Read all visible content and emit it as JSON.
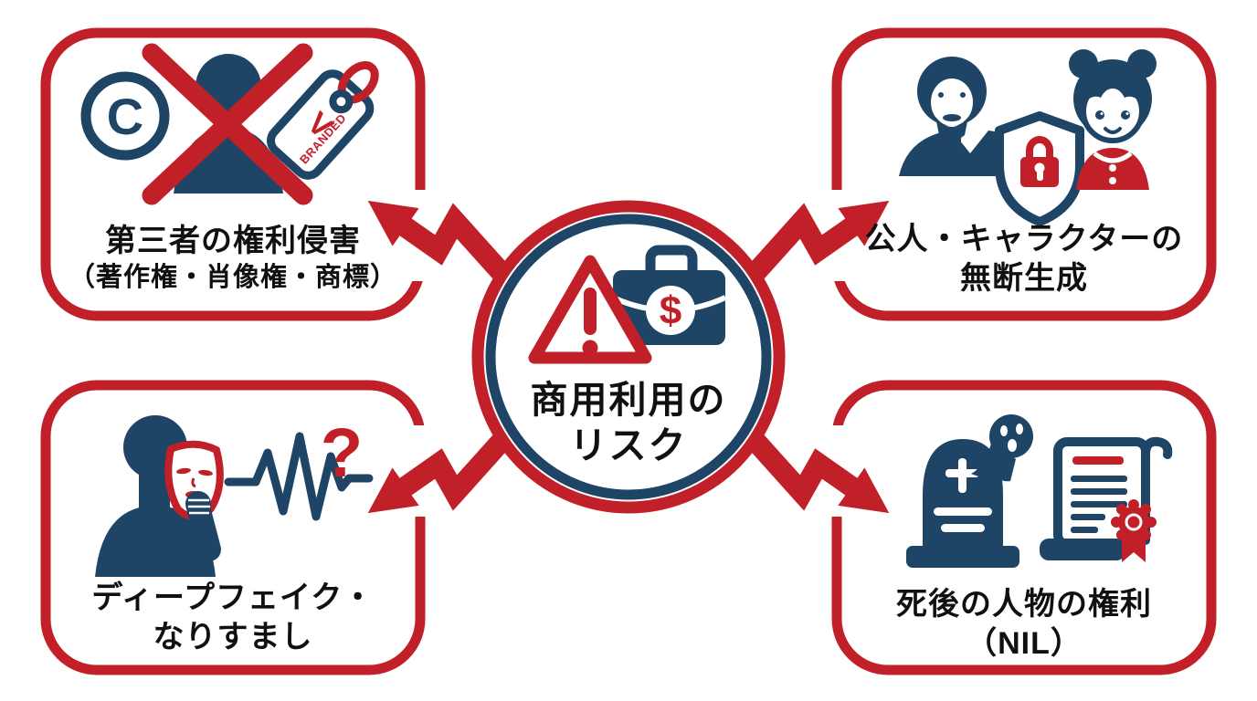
{
  "colors": {
    "accent_red": "#C22028",
    "accent_navy": "#1E4466",
    "text_black": "#101010",
    "background": "#FFFFFF"
  },
  "center": {
    "line1": "商用利用の",
    "line2": "リスク"
  },
  "boxes": {
    "top_left": {
      "line1": "第三者の権利侵害",
      "line2": "（著作権・肖像権・商標）"
    },
    "top_right": {
      "line1": "公人・キャラクターの",
      "line2": "無断生成"
    },
    "bottom_left": {
      "line1": "ディープフェイク・",
      "line2": "なりすまし"
    },
    "bottom_right": {
      "line1": "死後の人物の権利",
      "line2": "（NIL）"
    }
  },
  "glyphs": {
    "copyright_letter": "C",
    "tag_logo": "V",
    "tag_text": "BRANDED",
    "dollar": "$",
    "question_mark": "?"
  },
  "icons": {
    "center": [
      "warning-triangle-icon",
      "briefcase-dollar-icon"
    ],
    "top_left": [
      "copyright-icon",
      "person-crossed-icon",
      "brand-tag-icon"
    ],
    "top_right": [
      "bearded-man-icon",
      "shield-lock-icon",
      "girl-character-icon"
    ],
    "bottom_left": [
      "mask-person-icon",
      "waveform-icon",
      "question-mark-icon"
    ],
    "bottom_right": [
      "tombstone-icon",
      "ghost-icon",
      "certificate-icon"
    ]
  }
}
